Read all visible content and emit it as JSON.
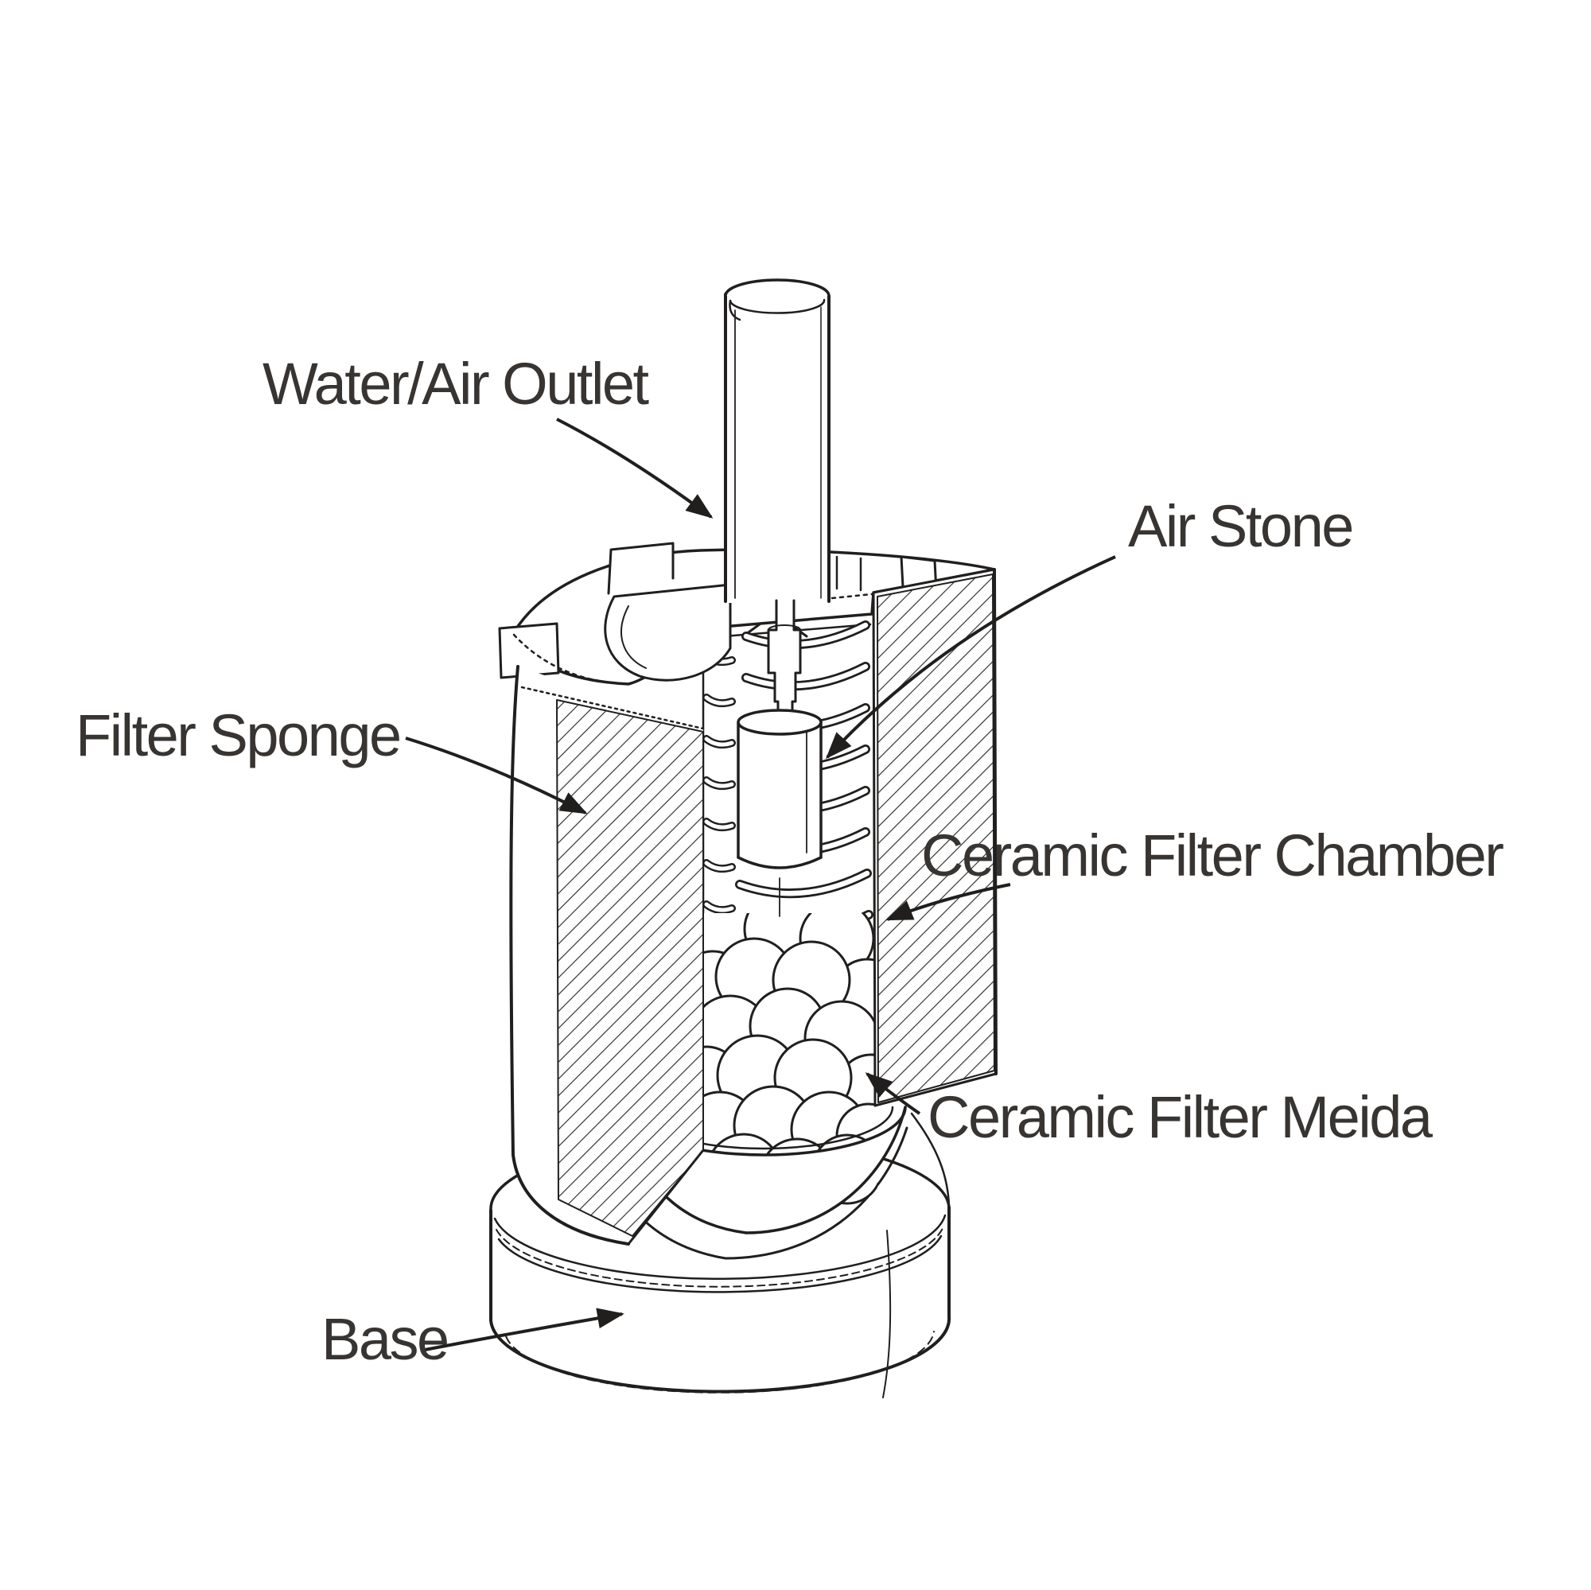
{
  "figure": {
    "kind": "cutaway technical line illustration",
    "subject": "aquarium sponge filter cross-section"
  },
  "colors": {
    "background": "#ffffff",
    "ink": "#211f1e",
    "label_text": "#373432"
  },
  "labels": {
    "water_air_outlet": "Water/Air Outlet",
    "air_stone": "Air Stone",
    "filter_sponge": "Filter Sponge",
    "ceramic_filter_chamber": "Ceramic Filter Chamber",
    "ceramic_filter_meida": "Ceramic Filter Meida",
    "base": "Base"
  }
}
